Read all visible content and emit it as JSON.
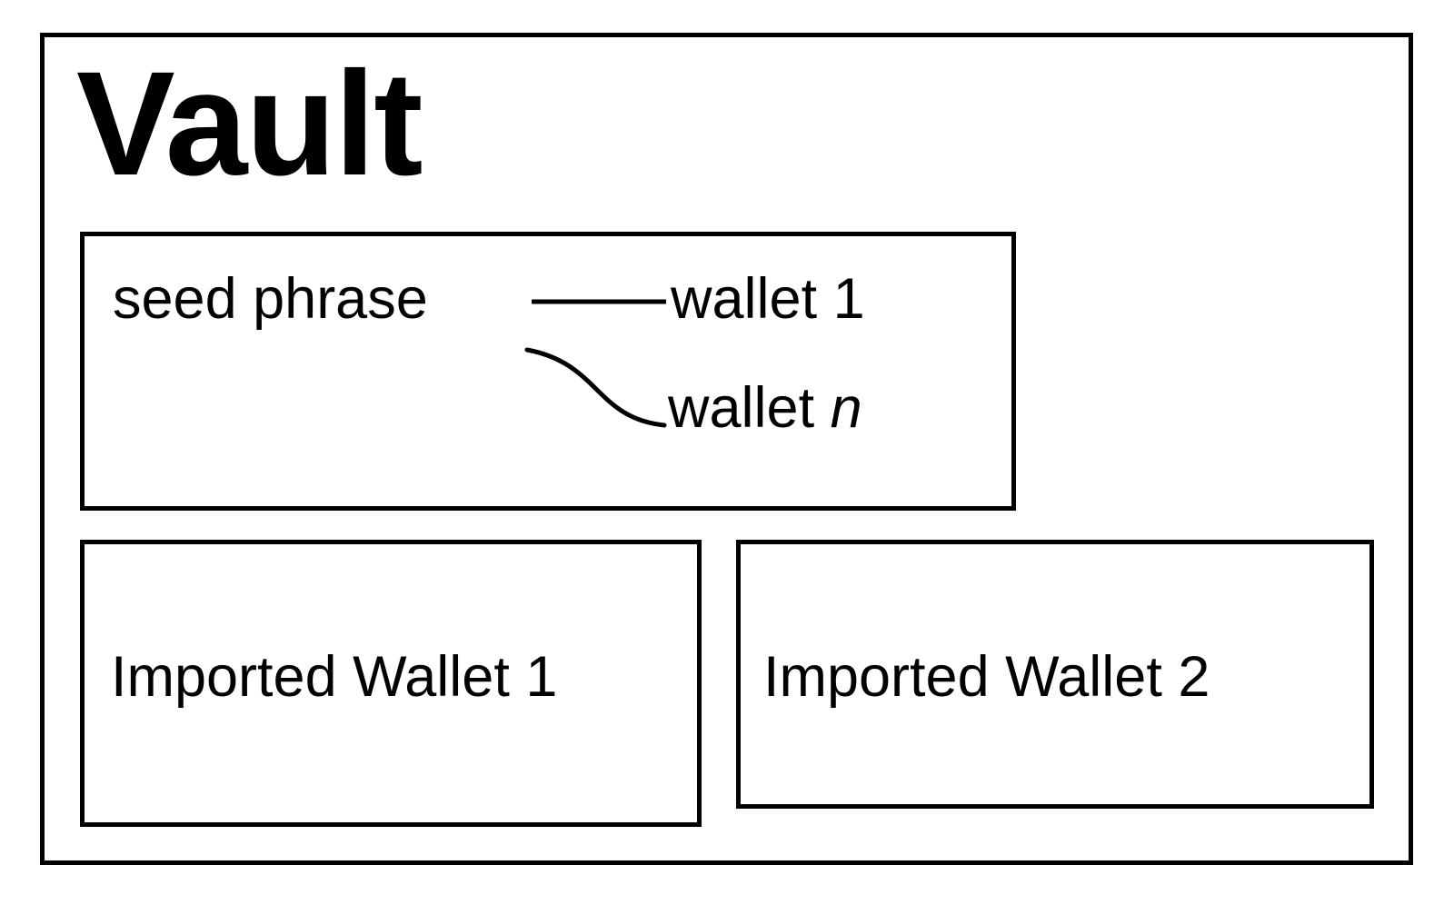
{
  "diagram": {
    "title": "Vault",
    "type": "nested-box-diagram",
    "stroke_color": "#000000",
    "background_color": "#ffffff",
    "seed_group": {
      "source_label": "seed phrase",
      "derived_wallets": [
        {
          "label": "wallet 1",
          "suffix": "",
          "suffix_italic": false
        },
        {
          "label": "wallet ",
          "suffix": "n",
          "suffix_italic": true
        }
      ],
      "connector_straight": "seed-phrase-to-wallet-1",
      "connector_curved": "seed-phrase-to-wallet-n"
    },
    "imported_wallets": [
      {
        "label": "Imported Wallet 1"
      },
      {
        "label": "Imported Wallet 2"
      }
    ]
  }
}
